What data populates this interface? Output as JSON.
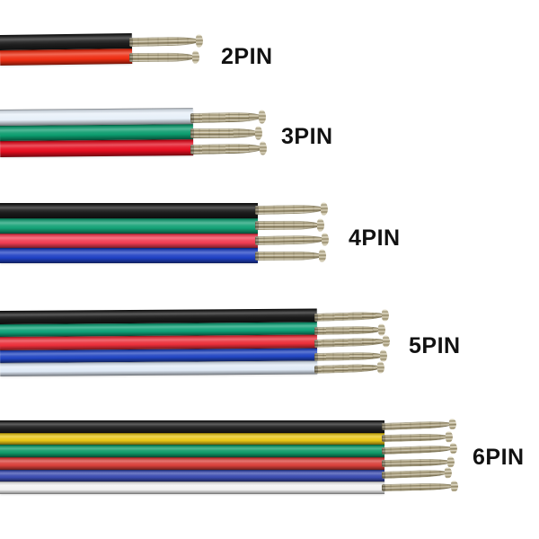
{
  "background": "#ffffff",
  "label_color": "#111111",
  "bare_wire_color": "#b5aa8c",
  "rows": [
    {
      "label": "2PIN",
      "pin_count": 2,
      "wire_colors": [
        {
          "name": "black",
          "hex": "#1e1e1e"
        },
        {
          "name": "red",
          "hex": "#ee2d12"
        }
      ]
    },
    {
      "label": "3PIN",
      "pin_count": 3,
      "wire_colors": [
        {
          "name": "white",
          "hex": "#e7f0f9"
        },
        {
          "name": "green",
          "hex": "#0c9c6e"
        },
        {
          "name": "red",
          "hex": "#e50d1f"
        }
      ]
    },
    {
      "label": "4PIN",
      "pin_count": 4,
      "wire_colors": [
        {
          "name": "black",
          "hex": "#1b1b1b"
        },
        {
          "name": "green",
          "hex": "#14a176"
        },
        {
          "name": "red",
          "hex": "#f23d53"
        },
        {
          "name": "blue",
          "hex": "#1f41c4"
        }
      ]
    },
    {
      "label": "5PIN",
      "pin_count": 5,
      "wire_colors": [
        {
          "name": "black",
          "hex": "#1b1b1b"
        },
        {
          "name": "green",
          "hex": "#0fa077"
        },
        {
          "name": "red",
          "hex": "#ea2f3a"
        },
        {
          "name": "blue",
          "hex": "#2145c2"
        },
        {
          "name": "white",
          "hex": "#e0eaf6"
        }
      ]
    },
    {
      "label": "6PIN",
      "pin_count": 6,
      "wire_colors": [
        {
          "name": "black",
          "hex": "#212121"
        },
        {
          "name": "yellow",
          "hex": "#e9c616"
        },
        {
          "name": "green",
          "hex": "#0f9a68"
        },
        {
          "name": "red",
          "hex": "#d8413a"
        },
        {
          "name": "blue",
          "hex": "#3a4bb0"
        },
        {
          "name": "white",
          "hex": "#f2f2f2"
        }
      ]
    }
  ]
}
